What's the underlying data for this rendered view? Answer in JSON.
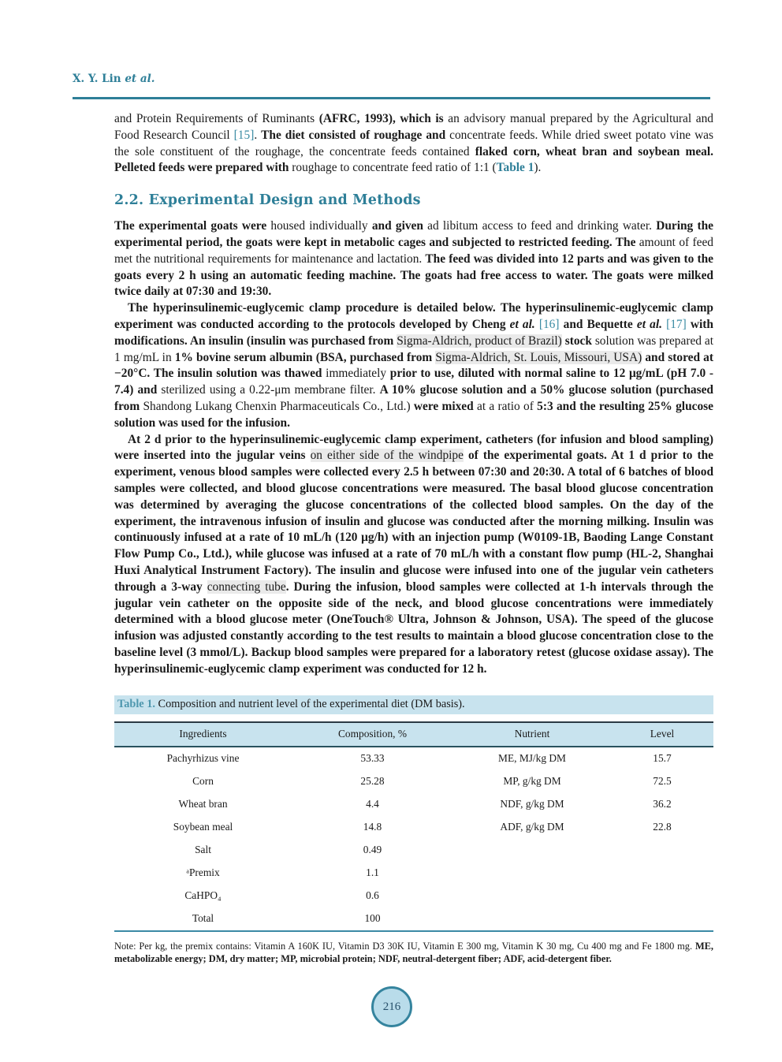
{
  "colors": {
    "accent_teal": "#2e7f98",
    "caption_blue": "#4e97ae",
    "table_header_bg": "#c8e3ee",
    "page_circle_bg": "#b9dcea",
    "highlight_gray": "#eaeaea"
  },
  "header": {
    "running_head": [
      {
        "t": "X. Y. Lin ",
        "s": "b"
      },
      {
        "t": "et al.",
        "s": "bi"
      }
    ]
  },
  "content": {
    "para1": [
      {
        "t": "and Protein Requirements of Ruminants ",
        "s": ""
      },
      {
        "t": "(AFRC, 1993), which is ",
        "s": "b"
      },
      {
        "t": "an advisory manual prepared by the Agricultural and Food Research Council ",
        "s": ""
      },
      {
        "t": "[15]",
        "s": "ref"
      },
      {
        "t": ". ",
        "s": ""
      },
      {
        "t": "The diet consisted of roughage and ",
        "s": "b"
      },
      {
        "t": "concentrate feeds. While dried sweet potato vine was the sole constituent of the roughage, the concentrate feeds contained ",
        "s": ""
      },
      {
        "t": "flaked corn, wheat bran and soybean meal. Pelleted feeds were prepared with ",
        "s": "b"
      },
      {
        "t": "roughage to concentrate feed ratio of 1:1 (",
        "s": ""
      },
      {
        "t": "Table 1",
        "s": "refb"
      },
      {
        "t": ").",
        "s": ""
      }
    ],
    "section_heading": "2.2. Experimental Design and Methods",
    "para2": [
      {
        "t": "The experimental goats were ",
        "s": "b"
      },
      {
        "t": "housed individually ",
        "s": ""
      },
      {
        "t": "and given ",
        "s": "b"
      },
      {
        "t": "ad libitum access to feed and drinking water. ",
        "s": ""
      },
      {
        "t": "During the experimental period, the goats were kept in metabolic cages and subjected to restricted feeding. The ",
        "s": "b"
      },
      {
        "t": "amount of feed met the nutritional requirements for maintenance and lactation. ",
        "s": ""
      },
      {
        "t": "The feed was divided into 12 parts and was given to the goats every 2 h using an automatic feeding machine. The goats had free access to water. The goats were milked twice daily at 07:30 and 19:30.",
        "s": "b"
      }
    ],
    "para3": [
      {
        "t": "The hyperinsulinemic-euglycemic clamp procedure is detailed below. The hyperinsulinemic-euglycemic clamp experiment was conducted according to the protocols developed by Cheng ",
        "s": "b"
      },
      {
        "t": "et al.",
        "s": "bi"
      },
      {
        "t": " ",
        "s": ""
      },
      {
        "t": "[16]",
        "s": "ref"
      },
      {
        "t": " and Bequette ",
        "s": "b"
      },
      {
        "t": "et al.",
        "s": "bi"
      },
      {
        "t": " ",
        "s": ""
      },
      {
        "t": "[17]",
        "s": "ref"
      },
      {
        "t": " with modifications. An insulin (insulin was purchased from ",
        "s": "b"
      },
      {
        "t": "Sigma-Aldrich, product of Brazil)",
        "s": "hl"
      },
      {
        "t": " ",
        "s": ""
      },
      {
        "t": "stock ",
        "s": "b"
      },
      {
        "t": "solution was prepared at 1 mg/mL in ",
        "s": ""
      },
      {
        "t": "1% bovine serum albumin (BSA, purchased from ",
        "s": "b"
      },
      {
        "t": "Sigma-Aldrich, St. Louis, Missouri, USA)",
        "s": "hl"
      },
      {
        "t": " ",
        "s": ""
      },
      {
        "t": "and stored at −20°C. The insulin solution was thawed ",
        "s": "b"
      },
      {
        "t": "immediately ",
        "s": ""
      },
      {
        "t": "prior to use, diluted with normal saline to 12 μg/mL (pH 7.0 - 7.4) and ",
        "s": "b"
      },
      {
        "t": "sterilized using a 0.22-μm membrane filter. ",
        "s": ""
      },
      {
        "t": "A 10% glucose solution and a 50% glucose solution (purchased from ",
        "s": "b"
      },
      {
        "t": "Shandong Lukang Chenxin Pharmaceuticals Co., Ltd.)",
        "s": ""
      },
      {
        "t": " ",
        "s": ""
      },
      {
        "t": "were mixed ",
        "s": "b"
      },
      {
        "t": "at a ratio of ",
        "s": ""
      },
      {
        "t": "5:3 and the resulting 25% glucose solution was used for the infusion.",
        "s": "b"
      }
    ],
    "para4": [
      {
        "t": "At 2 d prior to the hyperinsulinemic-euglycemic clamp experiment, catheters (for infusion and blood sampling) were inserted into the jugular veins ",
        "s": "b"
      },
      {
        "t": "on either side of the windpipe",
        "s": "hl"
      },
      {
        "t": " of the experimental goats. At 1 d prior to the experiment, venous blood samples were collected every 2.5 h between 07:30 and 20:30. A total of 6 batches of blood samples were collected, and blood glucose concentrations were measured. The basal blood glucose concentration was determined by averaging the glucose concentrations of the collected blood samples. On the day of the experiment, the intravenous infusion of insulin and glucose was conducted after the morning milking. Insulin was continuously infused at a rate of 10 mL/h (120 μg/h) with an injection pump (W0109-1B, Baoding Lange Constant Flow Pump Co., Ltd.), while glucose was infused at a rate of 70 mL/h with a constant flow pump (HL-2, Shanghai Huxi Analytical Instrument Factory). The insulin and glucose were infused into one of the jugular vein catheters through a 3-way ",
        "s": "b"
      },
      {
        "t": "connecting tube",
        "s": "hl"
      },
      {
        "t": ". During the infusion, blood samples were collected at 1-h intervals through the jugular vein catheter on the opposite side of the neck, and blood glucose concentrations were immediately determined with a blood glucose meter (OneTouch® Ultra, Johnson & Johnson, USA). The speed of the glucose infusion was adjusted constantly according to the test results to maintain a blood glucose concentration close to the baseline level (3 mmol/L). Backup blood samples were prepared for a laboratory retest (glucose oxidase assay). The hyperinsulinemic-euglycemic clamp experiment was conducted for 12 h.",
        "s": "b"
      }
    ]
  },
  "table": {
    "caption": [
      {
        "t": "Table 1.",
        "s": "cap"
      },
      {
        "t": " Composition and nutrient level of the experimental diet (DM basis).",
        "s": ""
      }
    ],
    "headers": [
      "Ingredients",
      "Composition, %",
      "Nutrient",
      "Level"
    ],
    "rows": [
      [
        "Pachyrhizus vine",
        "53.33",
        "ME, MJ/kg DM",
        "15.7"
      ],
      [
        "Corn",
        "25.28",
        "MP, g/kg DM",
        "72.5"
      ],
      [
        "Wheat bran",
        "4.4",
        "NDF, g/kg DM",
        "36.2"
      ],
      [
        "Soybean meal",
        "14.8",
        "ADF, g/kg DM",
        "22.8"
      ],
      [
        "Salt",
        "0.49",
        "",
        ""
      ],
      [
        "ᵃPremix",
        "1.1",
        "",
        ""
      ],
      [
        "CaHPO₄",
        "0.6",
        "",
        ""
      ],
      [
        "Total",
        "100",
        "",
        ""
      ]
    ],
    "footnote": [
      {
        "t": "Note: Per kg, the premix contains: Vitamin A 160K IU, Vitamin D3 30K IU, Vitamin E 300 mg, Vitamin K 30 mg, Cu 400 mg and Fe 1800 mg. ",
        "s": ""
      },
      {
        "t": "ME, metabolizable energy; DM, dry matter; MP, microbial protein; NDF, neutral-detergent fiber; ADF, acid-detergent fiber.",
        "s": "b"
      }
    ]
  },
  "footer": {
    "page_number": "216"
  }
}
